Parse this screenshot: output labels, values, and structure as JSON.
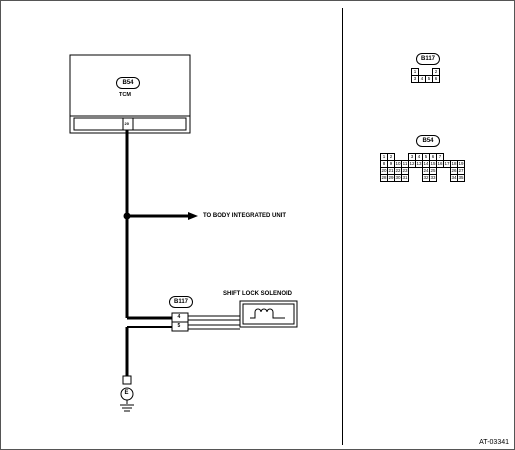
{
  "tcm": {
    "connector": "B54",
    "name": "TCM",
    "pin": "20"
  },
  "junction_label": "TO BODY INTEGRATED UNIT",
  "solenoid": {
    "name": "SHIFT LOCK SOLENOID"
  },
  "b117_connector": {
    "id": "B117",
    "pins": [
      "4",
      "5"
    ]
  },
  "ground_symbol": "E",
  "figure_code": "AT-03341",
  "b117_face": {
    "id": "B117",
    "rows": [
      [
        "1",
        "",
        "2"
      ],
      [
        "3",
        "4",
        "5",
        "6"
      ]
    ]
  },
  "b54_face": {
    "id": "B54",
    "rows": [
      [
        "1",
        "2",
        "",
        "",
        "3",
        "4",
        "5",
        "6",
        "7"
      ],
      [
        "8",
        "9",
        "10",
        "11",
        "12",
        "13",
        "14",
        "15",
        "16",
        "17",
        "18",
        "19"
      ],
      [
        "20",
        "21",
        "22",
        "23",
        "",
        "",
        "24",
        "25",
        "",
        "",
        "26",
        "27"
      ],
      [
        "28",
        "29",
        "30",
        "31",
        "",
        "",
        "32",
        "33",
        "",
        "",
        "34",
        "35"
      ]
    ]
  }
}
